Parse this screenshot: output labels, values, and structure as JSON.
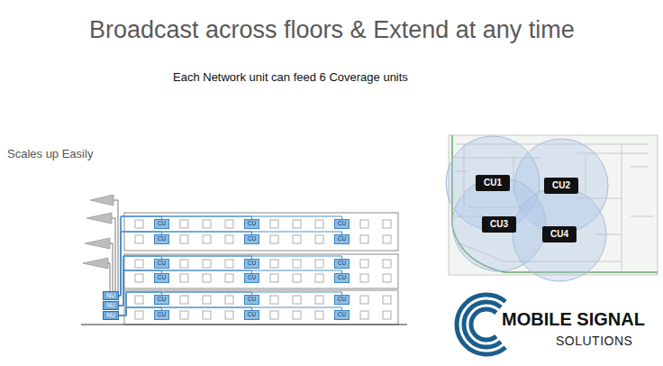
{
  "diagram": {
    "title": "Broadcast across floors & Extend at any time",
    "nodes": [
      {
        "text": [
          "CU"
        ]
      },
      {
        "text": [
          "CU"
        ]
      },
      {
        "text": [
          "CU"
        ]
      },
      {
        "text": [
          "CU"
        ]
      },
      {
        "text": [
          "CU"
        ]
      },
      {
        "text": [
          "CU"
        ]
      },
      {
        "text": [
          "CU"
        ]
      },
      {
        "text": [
          "CU"
        ]
      },
      {
        "text": [
          "CU"
        ]
      },
      {
        "text": [
          "CU"
        ]
      },
      {
        "text": [
          "CU"
        ]
      },
      {
        "text": [
          "CU"
        ]
      },
      {
        "text": [
          "CU"
        ]
      },
      {
        "text": [
          "CU"
        ]
      },
      {
        "text": [
          "CU"
        ]
      },
      {
        "text": [
          "CU"
        ]
      },
      {
        "text": [
          "CU"
        ]
      },
      {
        "text": [
          "CU"
        ]
      },
      {
        "text": [
          "NU"
        ]
      },
      {
        "text": [
          "NU"
        ]
      },
      {
        "text": [
          "NU"
        ]
      },
      {
        "text": [
          "CU1"
        ]
      },
      {
        "text": [
          "CU2"
        ]
      },
      {
        "text": [
          "CU3"
        ]
      },
      {
        "text": [
          "CU4"
        ]
      }
    ],
    "edges": [
      {
        "from": 18,
        "to": 0,
        "arrow": "none"
      },
      {
        "from": 18,
        "to": 1,
        "arrow": "none"
      },
      {
        "from": 18,
        "to": 2,
        "arrow": "none"
      },
      {
        "from": 18,
        "to": 3,
        "arrow": "none"
      },
      {
        "from": 18,
        "to": 4,
        "arrow": "none"
      },
      {
        "from": 18,
        "to": 5,
        "arrow": "none"
      },
      {
        "from": 19,
        "to": 6,
        "arrow": "none"
      },
      {
        "from": 19,
        "to": 7,
        "arrow": "none"
      },
      {
        "from": 19,
        "to": 8,
        "arrow": "none"
      },
      {
        "from": 19,
        "to": 9,
        "arrow": "none"
      },
      {
        "from": 19,
        "to": 10,
        "arrow": "none"
      },
      {
        "from": 19,
        "to": 11,
        "arrow": "none"
      },
      {
        "from": 20,
        "to": 12,
        "arrow": "none"
      },
      {
        "from": 20,
        "to": 13,
        "arrow": "none"
      },
      {
        "from": 20,
        "to": 14,
        "arrow": "none"
      },
      {
        "from": 20,
        "to": 15,
        "arrow": "none"
      },
      {
        "from": 20,
        "to": 16,
        "arrow": "none"
      },
      {
        "from": 20,
        "to": 17,
        "arrow": "none"
      }
    ],
    "labels": [
      "Each Network unit can feed 6 Coverage units",
      "Scales up Easily",
      "MOBILE SIGNAL",
      "SOLUTIONS"
    ]
  }
}
